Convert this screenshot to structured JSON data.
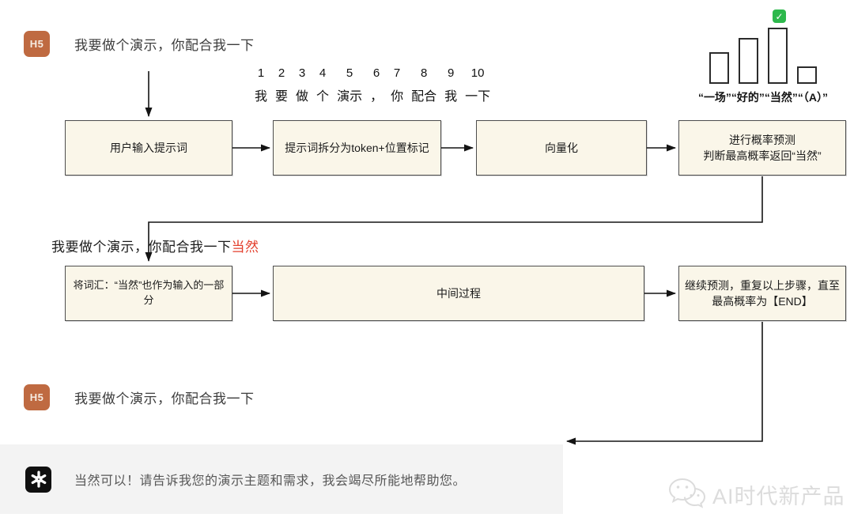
{
  "colors": {
    "badge_bg": "#bf6a41",
    "box_fill": "#faf6e9",
    "box_border": "#4d4d4d",
    "arrow": "#141414",
    "appended_token_red": "#e33e2b",
    "check_green": "#2db84c",
    "response_bar_bg": "#f3f3f3",
    "watermark_gray": "#dcdcdc"
  },
  "top_prompt": {
    "badge": "H5",
    "text": "我要做个演示，你配合我一下"
  },
  "tokenization": {
    "tokens": [
      {
        "index": "1",
        "token": "我"
      },
      {
        "index": "2",
        "token": "要"
      },
      {
        "index": "3",
        "token": "做"
      },
      {
        "index": "4",
        "token": "个"
      },
      {
        "index": "5",
        "token": "演示"
      },
      {
        "index": "6",
        "token": "，"
      },
      {
        "index": "7",
        "token": "你"
      },
      {
        "index": "8",
        "token": "配合"
      },
      {
        "index": "9",
        "token": "我"
      },
      {
        "index": "10",
        "token": "一下"
      }
    ]
  },
  "chart_data": {
    "type": "bar",
    "categories": [
      "一场",
      "好的",
      "当然",
      "（A）"
    ],
    "values": [
      40,
      58,
      71,
      22
    ],
    "unit": "relative bar height (px), unlabeled axis",
    "selected_index": 2,
    "selected_marker": "✓",
    "caption": "“一场”“好的”“当然”“（A）”",
    "title": "",
    "xlabel": "",
    "ylabel": ""
  },
  "flow_row1": {
    "box1": {
      "label": "用户输入提示词"
    },
    "box2": {
      "label": "提示词拆分为token+位置标记"
    },
    "box3": {
      "label": "向量化"
    },
    "box4": {
      "line1": "进行概率预测",
      "line2": "判断最高概率返回“当然”"
    }
  },
  "intermediate_prompt": {
    "text": "我要做个演示，你配合我一下",
    "appended": "当然"
  },
  "flow_row2": {
    "box1": {
      "label": "将词汇：“当然”也作为输入的一部分"
    },
    "box2": {
      "label": "中间过程"
    },
    "box3": {
      "line1": "继续预测，重复以上步骤，直至",
      "line2": "最高概率为【END】"
    }
  },
  "bottom_prompt": {
    "badge": "H5",
    "text": "我要做个演示，你配合我一下"
  },
  "response": {
    "text": "当然可以！请告诉我您的演示主题和需求，我会竭尽所能地帮助您。"
  },
  "watermark": {
    "text": "AI时代新产品"
  }
}
